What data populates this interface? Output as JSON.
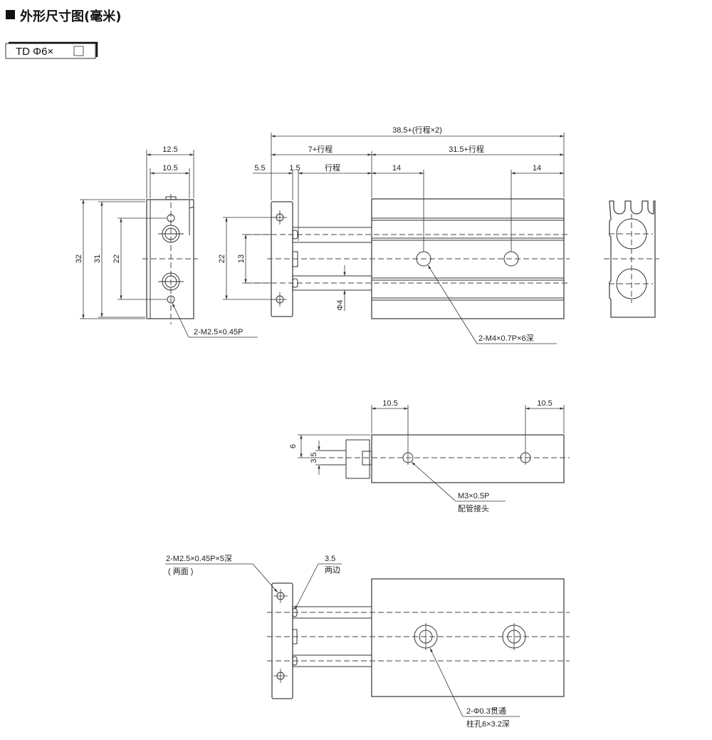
{
  "header": {
    "title": "外形尺寸图(毫米)",
    "model": "TD Φ6×"
  },
  "end_view": {
    "dim_width_outer": "12.5",
    "dim_width_inner": "10.5",
    "dim_height_32": "32",
    "dim_height_31": "31",
    "dim_hole_pitch": "22",
    "callout": "2-M2.5×0.45P"
  },
  "side_view": {
    "dim_total": "38.5+(行程×2)",
    "dim_front": "7+行程",
    "dim_rear": "31.5+行程",
    "dim_plate": "5.5",
    "dim_gap": "1.5",
    "dim_stroke": "行程",
    "dim_hole_left": "14",
    "dim_hole_right": "14",
    "dim_plate_holes": "22",
    "dim_rod_pitch": "13",
    "dim_rod_dia": "Φ4",
    "callout": "2-M4×0.7P×6深"
  },
  "top_view": {
    "dim_left": "10.5",
    "dim_right": "10.5",
    "dim_6": "6",
    "dim_3_5": "3.5",
    "callout_line1": "M3×0.5P",
    "callout_line2": "配管接头"
  },
  "bottom_view": {
    "callout_plate_1": "2-M2.5×0.45P×5深",
    "callout_plate_2": "( 两面 )",
    "callout_rod_1": "3.5",
    "callout_rod_2": "两边",
    "callout_hole_1": "2-Φ0.3贯通",
    "callout_hole_2": "柱孔6×3.2深"
  }
}
